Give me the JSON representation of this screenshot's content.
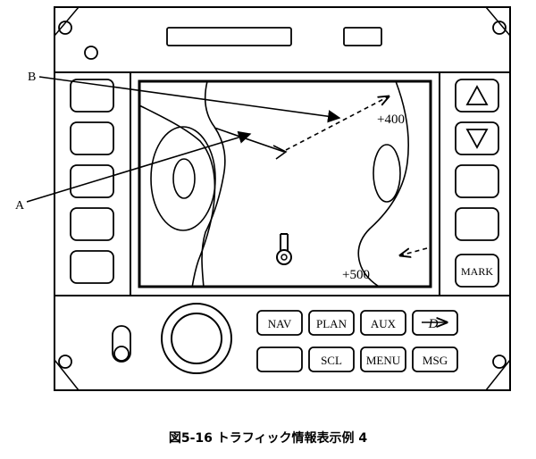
{
  "figure": {
    "callouts": {
      "a": "A",
      "b": "B"
    },
    "map_labels": {
      "upper": "+400",
      "lower": "+500"
    },
    "right_keys": {
      "up": "△",
      "down": "▽",
      "mark": "MARK"
    },
    "bottom_keys": {
      "nav": "NAV",
      "plan": "PLAN",
      "aux": "AUX",
      "direct_to": "-D→",
      "scl": "SCL",
      "menu": "MENU",
      "msg": "MSG"
    },
    "caption": "図5-16 トラフィック情報表示例 4"
  }
}
